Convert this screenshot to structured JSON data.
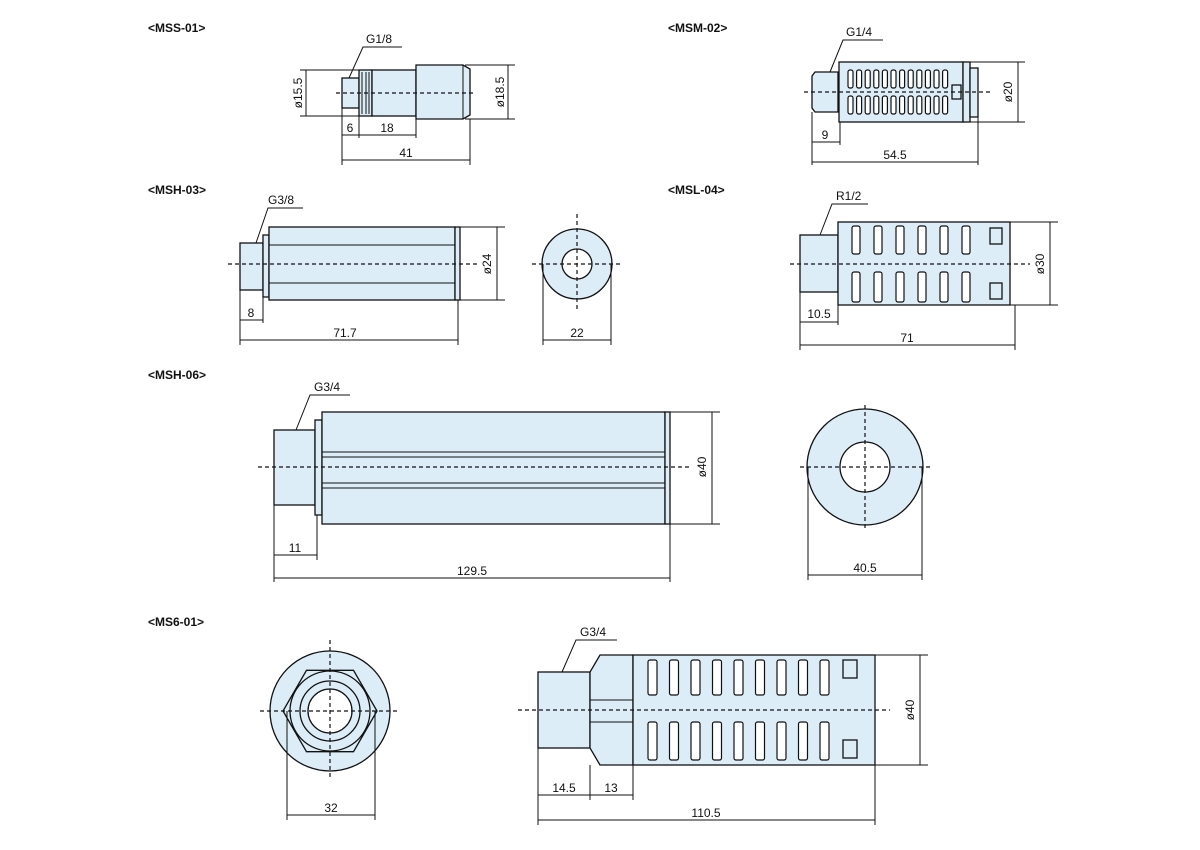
{
  "models": {
    "mss01": {
      "label": "<MSS-01>",
      "thread": "G1/8",
      "dia_left": "ø15.5",
      "dia_right": "ø18.5",
      "d1": "6",
      "d2": "18",
      "total": "41"
    },
    "msm02": {
      "label": "<MSM-02>",
      "thread": "G1/4",
      "dia": "ø20",
      "d1": "9",
      "total": "54.5"
    },
    "msh03": {
      "label": "<MSH-03>",
      "thread": "G3/8",
      "dia": "ø24",
      "d1": "8",
      "total": "71.7",
      "end_width": "22"
    },
    "msl04": {
      "label": "<MSL-04>",
      "thread": "R1/2",
      "dia": "ø30",
      "d1": "10.5",
      "total": "71"
    },
    "msh06": {
      "label": "<MSH-06>",
      "thread": "G3/4",
      "dia": "ø40",
      "d1": "11",
      "total": "129.5",
      "end_width": "40.5"
    },
    "ms601": {
      "label": "<MS6-01>",
      "thread": "G3/4",
      "dia": "ø40",
      "d1": "14.5",
      "d2": "13",
      "total": "110.5",
      "end_width": "32"
    }
  },
  "colors": {
    "part_fill": "#dcedf8",
    "line": "#111111"
  }
}
